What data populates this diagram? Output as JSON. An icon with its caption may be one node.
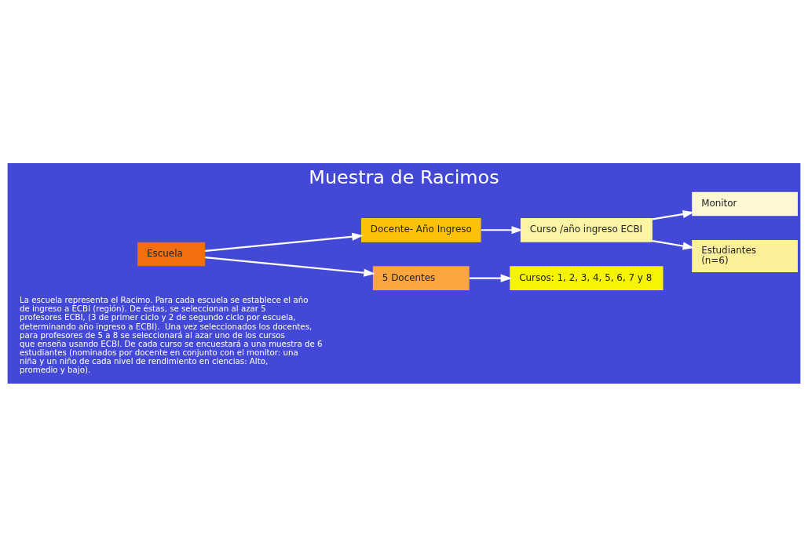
{
  "diagram": {
    "title": "Muestra de Racimos",
    "nodes": [
      {
        "text": [
          "Escuela"
        ]
      },
      {
        "text": [
          "Docente- Año Ingreso"
        ]
      },
      {
        "text": [
          "5 Docentes"
        ]
      },
      {
        "text": [
          "Curso /año ingreso ECBI"
        ]
      },
      {
        "text": [
          "Cursos: 1, 2, 3, 4, 5, 6, 7 y 8"
        ]
      },
      {
        "text": [
          "Monitor"
        ]
      },
      {
        "text": [
          "Estudiantes",
          "(n=6)"
        ]
      }
    ],
    "edges": [
      {
        "from": 0,
        "to": 1,
        "arrow": "to"
      },
      {
        "from": 0,
        "to": 2,
        "arrow": "to"
      },
      {
        "from": 1,
        "to": 3,
        "arrow": "to"
      },
      {
        "from": 2,
        "to": 4,
        "arrow": "to"
      },
      {
        "from": 3,
        "to": 5,
        "arrow": "to"
      },
      {
        "from": 3,
        "to": 6,
        "arrow": "to"
      }
    ],
    "labels": [
      "La escuela representa el Racimo. Para cada escuela se establece el año de ingreso a ECBI (región). De éstas, se seleccionan al azar 5 profesores ECBI, (3 de primer ciclo y 2 de segundo ciclo por escuela, determinando año ingreso a ECBI).  Una vez seleccionados los docentes, para profesores de 5 a 8 se seleccionará al azar uno de los cursos  que enseña usando ECBI. De cada curso se encuestará a una muestra de 6 estudiantes (nominados por docente en conjunto con el monitor: una niña y un niño de cada nivel de rendimiento en ciencias: Alto, promedio y bajo)."
    ]
  }
}
